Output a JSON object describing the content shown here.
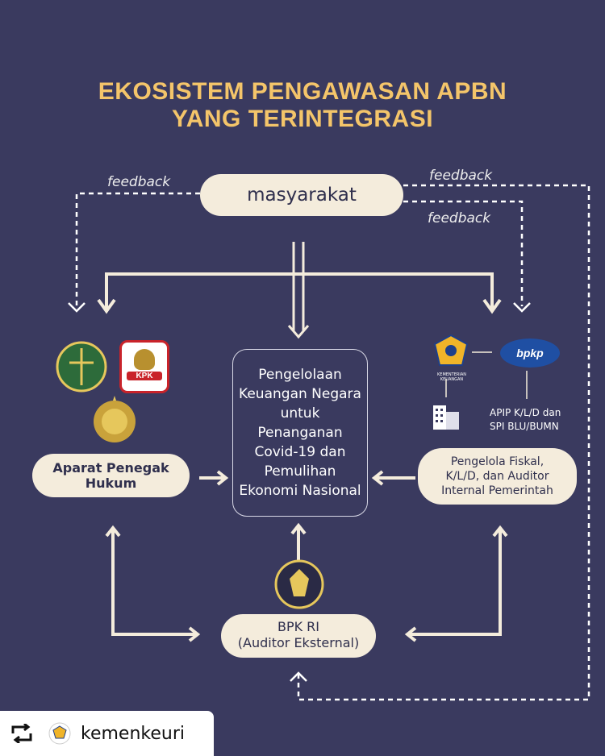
{
  "title_line1": "EKOSISTEM PENGAWASAN APBN",
  "title_line2": "YANG TERINTEGRASI",
  "top_node": "masyarakat",
  "feedback_left": "feedback",
  "feedback_right_top": "feedback",
  "feedback_right_bottom": "feedback",
  "center_text": "Pengelolaan Keuangan Negara untuk Penanganan Covid-19 dan Pemulihan Ekonomi Nasional",
  "left_node": {
    "line1": "Aparat Penegak",
    "line2": "Hukum"
  },
  "right_node": {
    "line1": "Pengelola Fiskal,",
    "line2": "K/L/D, dan Auditor",
    "line3": "Internal Pemerintah"
  },
  "bottom_node": {
    "line1": "BPK RI",
    "line2": "(Auditor Eksternal)"
  },
  "kpk_label": "KPK",
  "bpkp_label": "bpkp",
  "kemenkeu_logo_text": "KEMENTERIAN KEUANGAN",
  "apip_text_line1": "APIP K/L/D dan",
  "apip_text_line2": "SPI BLU/BUMN",
  "footer_account": "kemenkeuri",
  "colors": {
    "background": "#3a3a5f",
    "title": "#f4c56a",
    "pill": "#f4ecdc"
  }
}
